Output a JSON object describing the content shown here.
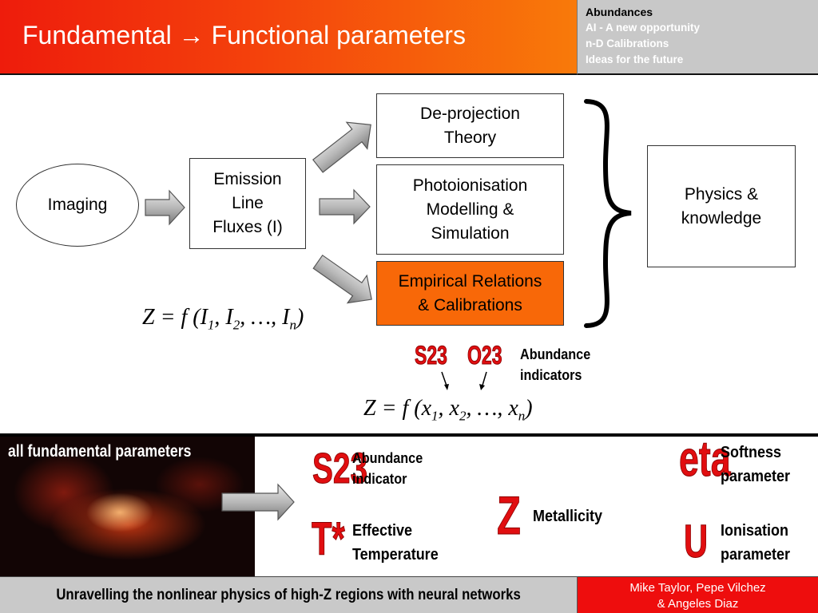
{
  "header": {
    "title": "Fundamental → Functional parameters"
  },
  "agenda": {
    "items": [
      {
        "label": "Abundances"
      },
      {
        "label": "AI - A new opportunity"
      },
      {
        "label": "n-D Calibrations"
      },
      {
        "label": "Ideas for the future"
      }
    ]
  },
  "diagram": {
    "imaging": "Imaging",
    "emission": {
      "line1": "Emission",
      "line2": "Line",
      "line3": "Fluxes (I)"
    },
    "deprojection": {
      "line1": "De-projection",
      "line2": "Theory"
    },
    "photoionisation": {
      "line1": "Photoionisation",
      "line2": "Modelling &",
      "line3": "Simulation"
    },
    "empirical": {
      "line1": "Empirical Relations",
      "line2": "& Calibrations"
    },
    "physics": {
      "line1": "Physics &",
      "line2": "knowledge"
    },
    "formula1": {
      "lhs": "Z = f (",
      "v1": "I",
      "s1": "1",
      "v2": "I",
      "s2": "2",
      "dots": "…,",
      "v3": "I",
      "s3": "n",
      "rhs": ")"
    },
    "formula2": {
      "lhs": "Z = f (",
      "v1": "x",
      "s1": "1",
      "v2": "x",
      "s2": "2",
      "dots": "…,",
      "v3": "x",
      "s3": "n",
      "rhs": ")"
    },
    "tag_s23": "S23",
    "tag_o23": "O23",
    "abundance_indicators": {
      "line1": "Abundance",
      "line2": "indicators"
    }
  },
  "params": {
    "nebula_caption": "all fundamental parameters",
    "s23": {
      "tag": "S23",
      "line1": "Abundance",
      "line2": "indicator"
    },
    "tstar": {
      "tag": "T*",
      "line1": "Effective",
      "line2": "Temperature"
    },
    "z": {
      "tag": "Z",
      "label": "Metallicity"
    },
    "eta": {
      "tag": "eta",
      "line1": "Softness",
      "line2": "parameter"
    },
    "u": {
      "tag": "U",
      "line1": "Ionisation",
      "line2": "parameter"
    }
  },
  "footer": {
    "subtitle": "Unravelling the nonlinear physics of high-Z regions with neural networks",
    "authors_line1": "Mike Taylor, Pepe Vilchez",
    "authors_line2": "& Angeles Diaz"
  },
  "colors": {
    "header_red": "#ee1c0c",
    "header_orange": "#f87a0a",
    "empirical_fill": "#f86808",
    "tag_red": "#e10e10",
    "footer_red": "#ee0d0d"
  }
}
